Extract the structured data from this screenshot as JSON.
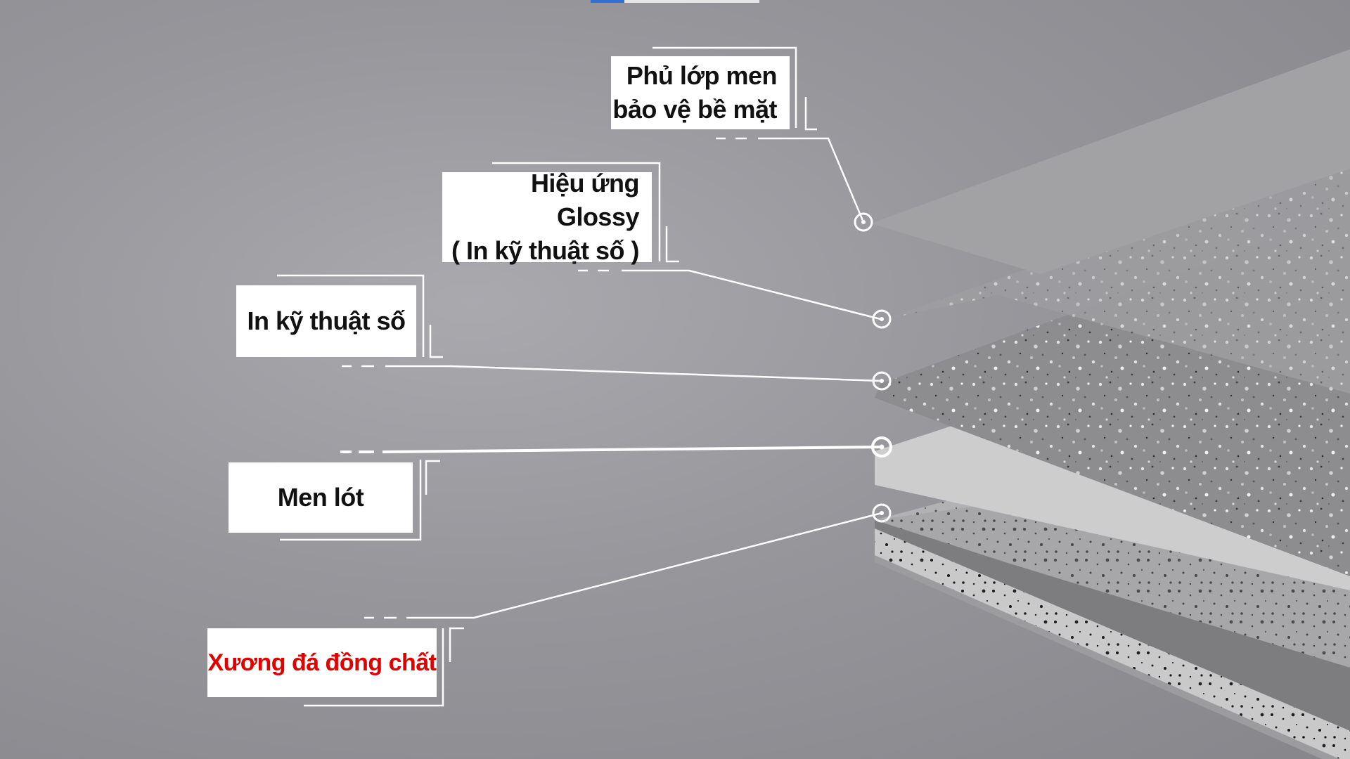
{
  "labels": {
    "surface_glaze": [
      "Phủ lớp men",
      "bảo vệ bề mặt"
    ],
    "glossy_effect": [
      "Hiệu ứng Glossy",
      "( In kỹ thuật số )"
    ],
    "digital_print": [
      "In kỹ thuật số"
    ],
    "base_glaze": [
      "Men lót"
    ],
    "body": [
      "Xương đá đồng chất"
    ]
  },
  "colors": {
    "body_label": "#e00000",
    "label_text": "#111111",
    "label_bg": "#ffffff",
    "accent_top": "#2f6fd6"
  }
}
